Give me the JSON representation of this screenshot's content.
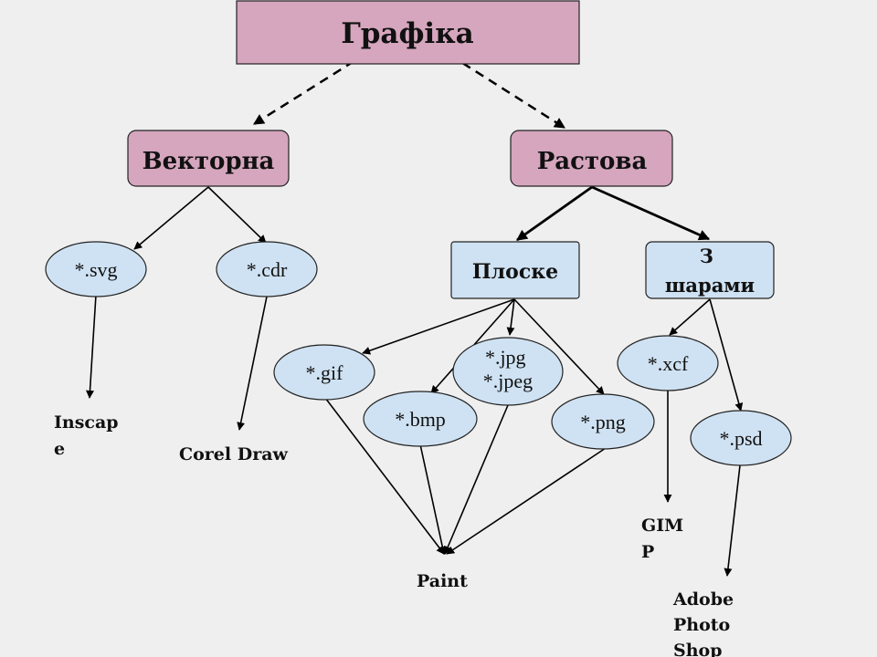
{
  "colors": {
    "background": "#efefef",
    "category_fill": "#d5a6bd",
    "subtype_fill": "#cfe2f3",
    "outline": "#222222",
    "arrow": "#000000"
  },
  "nodes": {
    "graphics": {
      "label": "Графіка"
    },
    "vector": {
      "label": "Векторна"
    },
    "raster": {
      "label": "Растова"
    },
    "flat": {
      "label": "Плоске"
    },
    "layered": {
      "label_lines": [
        "З",
        "шарами"
      ]
    }
  },
  "formats": {
    "svg": "*.svg",
    "cdr": "*.cdr",
    "gif": "*.gif",
    "jpg": [
      "*.jpg",
      "*.jpeg"
    ],
    "bmp": "*.bmp",
    "png": "*.png",
    "xcf": "*.xcf",
    "psd": "*.psd"
  },
  "apps": {
    "inkscape": [
      "Inscap",
      "e"
    ],
    "corel": [
      "Corel Draw"
    ],
    "paint": [
      "Paint"
    ],
    "gimp": [
      "GIM",
      "P"
    ],
    "photoshop": [
      "Adobe",
      "Photo",
      "Shop"
    ]
  }
}
